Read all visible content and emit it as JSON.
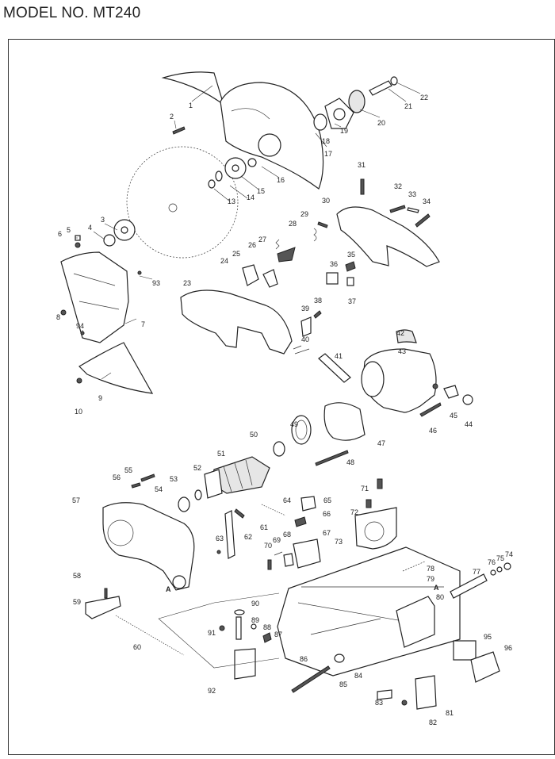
{
  "header": {
    "model_title": "MODEL NO. MT240"
  },
  "diagram": {
    "part_labels": [
      "1",
      "2",
      "3",
      "4",
      "5",
      "6",
      "7",
      "8",
      "9",
      "10",
      "13",
      "14",
      "15",
      "16",
      "17",
      "18",
      "19",
      "20",
      "21",
      "22",
      "23",
      "24",
      "25",
      "26",
      "27",
      "28",
      "29",
      "30",
      "31",
      "32",
      "33",
      "34",
      "35",
      "36",
      "37",
      "38",
      "39",
      "40",
      "41",
      "42",
      "43",
      "44",
      "45",
      "46",
      "47",
      "48",
      "49",
      "50",
      "51",
      "52",
      "53",
      "54",
      "55",
      "56",
      "57",
      "58",
      "59",
      "60",
      "61",
      "62",
      "63",
      "64",
      "65",
      "66",
      "67",
      "68",
      "69",
      "70",
      "71",
      "72",
      "73",
      "74",
      "75",
      "76",
      "77",
      "78",
      "79",
      "80",
      "81",
      "82",
      "83",
      "84",
      "85",
      "86",
      "87",
      "88",
      "89",
      "90",
      "91",
      "92",
      "93",
      "94",
      "95",
      "96"
    ],
    "marker_labels": [
      "A",
      "A"
    ]
  }
}
